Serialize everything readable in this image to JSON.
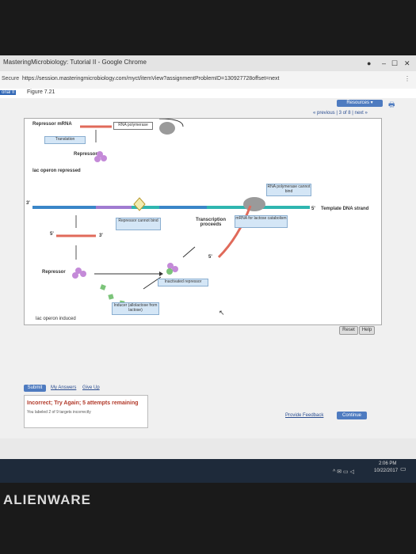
{
  "browser": {
    "window_title": "MasteringMicrobiology: Tutorial II - Google Chrome",
    "secure_label": "Secure",
    "url": "https://session.masteringmicrobiology.com/myct/itemView?assignmentProblemID=130927728offset=next",
    "minimize": "–",
    "maximize": "☐",
    "close": "✕"
  },
  "tabbar": {
    "tutorial": "orial II",
    "figure": "Figure 7.21"
  },
  "toolbar": {
    "resources": "Resources ▾",
    "nav": "« previous | 3 of 8 | next »"
  },
  "diagram": {
    "repressor_mrna": "Repressor mRNA",
    "rna_polymerase": "RNA polymerase",
    "translation": "Translation",
    "repressor_top": "Repressor",
    "lac_repressed": "lac operon repressed",
    "three_prime_top": "3'",
    "five_prime_right": "5'",
    "template_dna": "Template DNA strand",
    "rnap_cannot_bind": "RNA polymerase cannot bind",
    "repressor_cannot_bind": "Repressor cannot bind",
    "transcription_proceeds": "Transcription proceeds",
    "mrna_lactose": "mRNA for lactose catabolism",
    "five_prime_left": "5'",
    "three_prime_mid": "3'",
    "five_prime_lower": "5'",
    "repressor_bottom": "Repressor",
    "inactivated_repressor": "Inactivated repressor",
    "inducer": "Inducer (allolactose from lactose)",
    "lac_induced": "lac operon induced"
  },
  "controls": {
    "reset": "Reset",
    "help": "Help",
    "submit": "Submit",
    "my_answers": "My Answers",
    "give_up": "Give Up",
    "provide_feedback": "Provide Feedback",
    "continue": "Continue"
  },
  "feedback": {
    "title": "Incorrect; Try Again; 5 attempts remaining",
    "detail": "You labeled 2 of 9 targets incorrectly"
  },
  "taskbar": {
    "time": "2:06 PM",
    "date": "10/22/2017"
  },
  "brand": "ALIENWARE",
  "colors": {
    "dna_blue": "#3a86c8",
    "dna_teal": "#2fb6b0",
    "dna_purple": "#a07bd1",
    "mrna_red": "#e06a5a",
    "repressor_purple": "#c48ad8",
    "inducer_green": "#7cc47a",
    "button_blue": "#4e7bc0"
  }
}
